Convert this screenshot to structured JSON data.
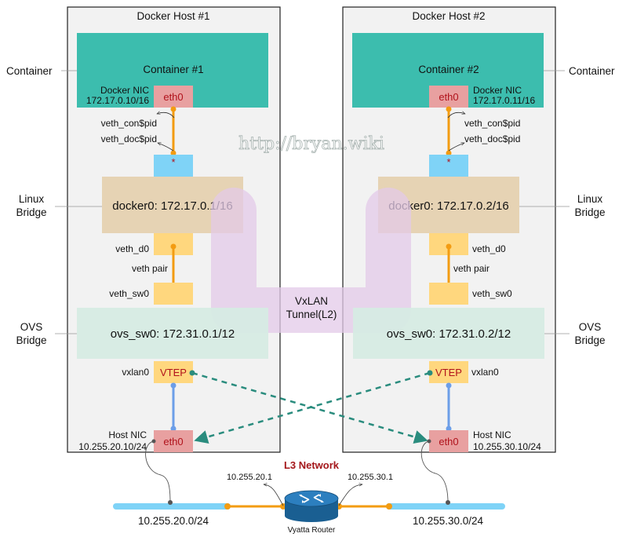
{
  "hosts": [
    {
      "title": "Docker Host #1",
      "container": "Container #1",
      "container_nic": "eth0",
      "docker_nic_label": "Docker NIC",
      "docker_nic_ip": "172.17.0.10/16",
      "veth_con": "veth_con$pid",
      "veth_doc": "veth_doc$pid",
      "bridge_port": "*",
      "linux_bridge": "docker0: 172.17.0.1/16",
      "veth_d0": "veth_d0",
      "veth_pair": "veth pair",
      "veth_sw0": "veth_sw0",
      "ovs_bridge": "ovs_sw0: 172.31.0.1/12",
      "vtep": "VTEP",
      "vxlan_if": "vxlan0",
      "host_nic_label": "Host NIC",
      "host_nic_ip": "10.255.20.10/24",
      "host_nic": "eth0"
    },
    {
      "title": "Docker Host #2",
      "container": "Container #2",
      "container_nic": "eth0",
      "docker_nic_label": "Docker NIC",
      "docker_nic_ip": "172.17.0.11/16",
      "veth_con": "veth_con$pid",
      "veth_doc": "veth_doc$pid",
      "bridge_port": "*",
      "linux_bridge": "docker0: 172.17.0.2/16",
      "veth_d0": "veth_d0",
      "veth_pair": "veth pair",
      "veth_sw0": "veth_sw0",
      "ovs_bridge": "ovs_sw0: 172.31.0.2/12",
      "vtep": "VTEP",
      "vxlan_if": "vxlan0",
      "host_nic_label": "Host NIC",
      "host_nic_ip": "10.255.30.10/24",
      "host_nic": "eth0"
    }
  ],
  "side_labels": {
    "container": "Container",
    "linux_bridge_1": "Linux",
    "linux_bridge_2": "Bridge",
    "ovs_bridge_1": "OVS",
    "ovs_bridge_2": "Bridge"
  },
  "tunnel": {
    "line1": "VxLAN",
    "line2": "Tunnel(L2)"
  },
  "watermark": "http://bryan.wiki",
  "network": {
    "title": "L3 Network",
    "gateway_left": "10.255.20.1",
    "gateway_right": "10.255.30.1",
    "subnet_left": "10.255.20.0/24",
    "subnet_right": "10.255.30.0/24",
    "router": "Vyatta Router"
  },
  "colors": {
    "host_bg": "#f2f2f2",
    "container": "#3cbdae",
    "nic": "#e8a0a0",
    "port": "#7fd3f7",
    "linux_bridge": "#e6d3b4",
    "veth": "#ffd77e",
    "ovs": "#d6ebe3",
    "tunnel": "#e3c9e8",
    "link": "#f39c12",
    "vxlan_link": "#6c9ee8",
    "dashed": "#2a8c7e",
    "lan": "#7fd3f7",
    "router": "#1f6fa8"
  }
}
